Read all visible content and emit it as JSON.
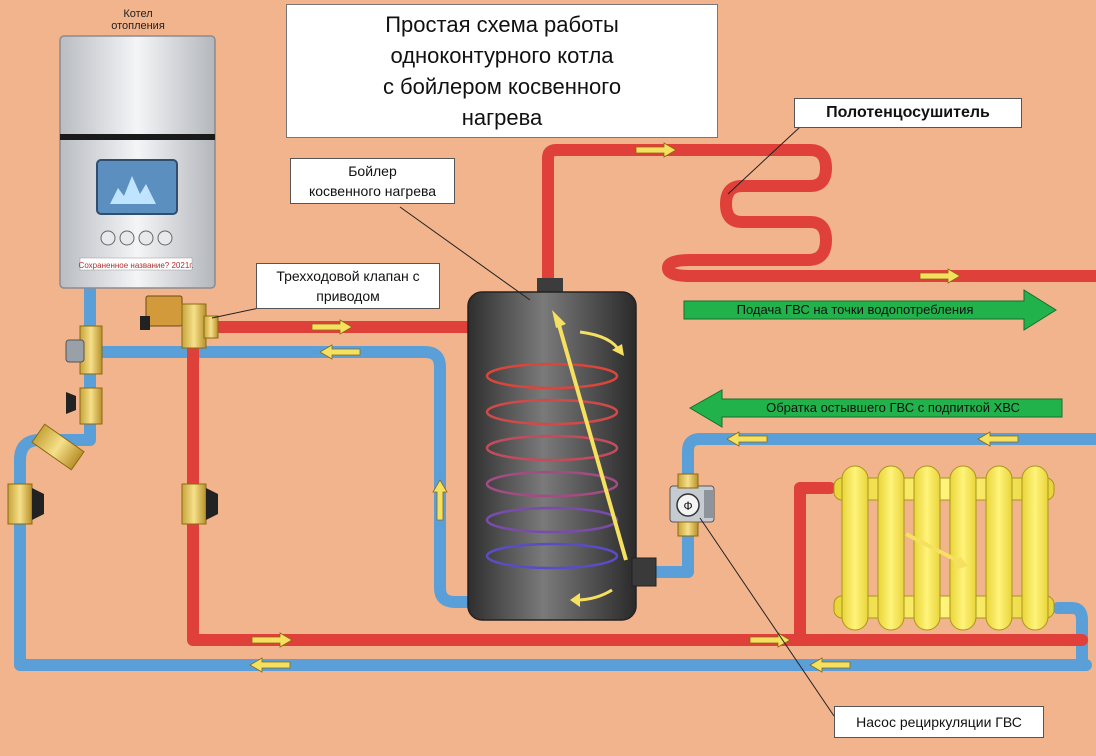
{
  "title": {
    "line1": "Простая схема работы",
    "line2": "одноконтурного котла",
    "line3": "с бойлером косвенного",
    "line4": "нагрева"
  },
  "boiler_caption": {
    "line1": "Котел",
    "line2": "отопления"
  },
  "boiler_panel_text": "Сохраненное название? 2021г.",
  "labels": {
    "indirect_boiler_line1": "Бойлер",
    "indirect_boiler_line2": "косвенного нагрева",
    "three_way_valve_line1": "Трехходовой клапан с",
    "three_way_valve_line2": "приводом",
    "towel_dryer": "Полотенцосушитель",
    "recirc_pump": "Насос рециркуляции ГВС"
  },
  "flows": {
    "hot_supply": "Подача ГВС на точки водопотребления",
    "return_cold": "Обратка остывшего ГВС с подпиткой ХВС"
  },
  "pump_symbol": "Ф",
  "colors": {
    "background": "#f2b48c",
    "hot_pipe": "#e0403a",
    "cold_pipe": "#5a9fd8",
    "flow_arrow": "#f5e060",
    "green_arrow": "#22b24c",
    "radiator": "#f5ea5a",
    "tank": "#555555"
  }
}
